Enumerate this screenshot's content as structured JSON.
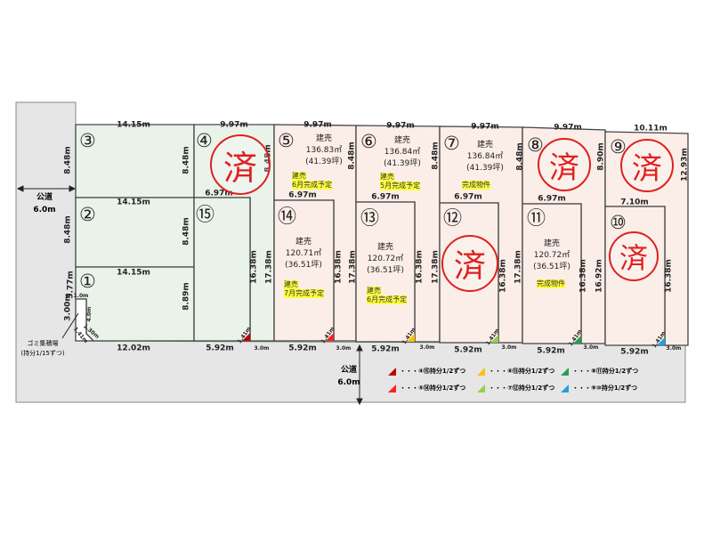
{
  "roads": {
    "left": {
      "label": "公道",
      "width": "6.0m"
    },
    "bottom": {
      "label": "公道",
      "width": "6.0m"
    }
  },
  "garbage": {
    "label": "ゴミ集積場",
    "share": "(持分1/15ずつ)",
    "dims": [
      "1.0m",
      "4.0m",
      "1.41m",
      "1.30m"
    ]
  },
  "sold_mark": "済",
  "lots": [
    {
      "no": "①"
    },
    {
      "no": "②"
    },
    {
      "no": "③"
    },
    {
      "no": "④",
      "sold": true
    },
    {
      "no": "⑤",
      "type": "建売",
      "area": "136.83㎡",
      "tsubo": "(41.39坪)",
      "note1": "建売",
      "note2": "6月完成予定"
    },
    {
      "no": "⑥",
      "type": "建売",
      "area": "136.84㎡",
      "tsubo": "(41.39坪)",
      "note1": "建売",
      "note2": "5月完成予定"
    },
    {
      "no": "⑦",
      "type": "建売",
      "area": "136.84㎡",
      "tsubo": "(41.39坪)",
      "note1": "完成物件"
    },
    {
      "no": "⑧",
      "sold": true
    },
    {
      "no": "⑨",
      "sold": true
    },
    {
      "no": "⑩",
      "sold": true
    },
    {
      "no": "⑪",
      "type": "建売",
      "area": "120.72㎡",
      "tsubo": "(36.51坪)",
      "note1": "完成物件"
    },
    {
      "no": "⑫",
      "sold": true
    },
    {
      "no": "⑬",
      "type": "建売",
      "area": "120.72㎡",
      "tsubo": "(36.51坪)",
      "note1": "建売",
      "note2": "6月完成予定"
    },
    {
      "no": "⑭",
      "type": "建売",
      "area": "120.71㎡",
      "tsubo": "(36.51坪)",
      "note1": "建売",
      "note2": "7月完成予定"
    },
    {
      "no": "⑮"
    }
  ],
  "dims": [
    "14.15m",
    "9.97m",
    "9.97m",
    "9.97m",
    "9.97m",
    "9.97m",
    "10.11m",
    "8.48m",
    "8.48m",
    "3.77m",
    "3.00m",
    "14.15m",
    "14.15m",
    "12.02m",
    "8.48m",
    "8.48m",
    "8.89m",
    "6.97m",
    "8.48m",
    "16.38m",
    "17.38m",
    "5.92m",
    "3.0m",
    "6.97m",
    "8.48m",
    "16.38m",
    "17.38m",
    "5.92m",
    "3.0m",
    "6.97m",
    "8.48m",
    "16.38m",
    "17.38m",
    "5.92m",
    "3.0m",
    "6.97m",
    "8.48m",
    "16.38m",
    "17.38m",
    "5.92m",
    "3.0m",
    "6.97m",
    "8.90m",
    "12.93m",
    "16.38m",
    "16.92m",
    "7.10m",
    "16.38m",
    "5.92m",
    "3.0m",
    "5.92m",
    "3.0m",
    "1.41m",
    "1.41m",
    "1.41m",
    "1.41m",
    "1.41m",
    "1.41m"
  ],
  "legend": [
    {
      "color": "#c00000",
      "text": "・・・④⑮持分1/2ずつ"
    },
    {
      "color": "#ffc000",
      "text": "・・・⑥⑬持分1/2ずつ"
    },
    {
      "color": "#22a050",
      "text": "・・・⑧⑪持分1/2ずつ"
    },
    {
      "color": "#ff2020",
      "text": "・・・⑤⑭持分1/2ずつ"
    },
    {
      "color": "#92d050",
      "text": "・・・⑦⑫持分1/2ずつ"
    },
    {
      "color": "#20a0e0",
      "text": "・・・⑨⑩持分1/2ずつ"
    }
  ]
}
